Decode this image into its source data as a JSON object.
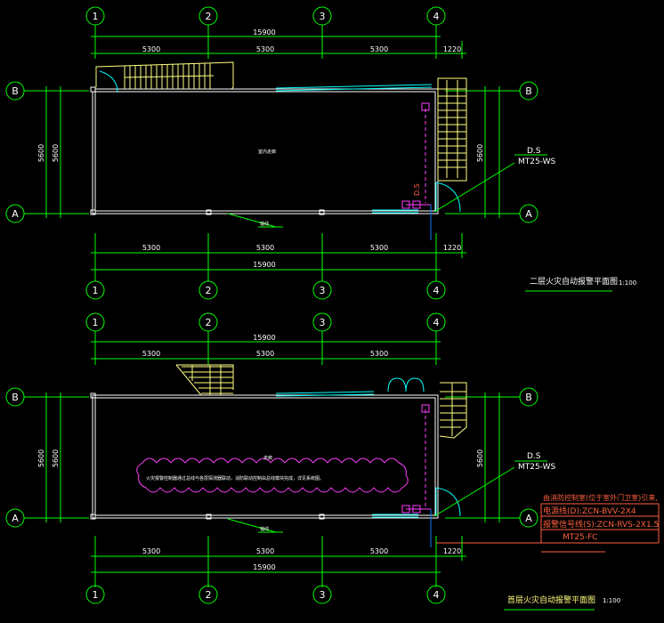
{
  "colors": {
    "background": "#000000",
    "dimension": "#00ff00",
    "wall": "#ffffff",
    "stair": "#ffff80",
    "window": "#00ffff",
    "door": "#00ffff",
    "leader": "#00ff00",
    "device": "#ff40ff",
    "cloud": "#ff40ff",
    "note_box": "#ff6040"
  },
  "axes": {
    "columns": [
      "1",
      "2",
      "3",
      "4"
    ],
    "rows": [
      "B",
      "A"
    ]
  },
  "dims": {
    "total": "15900",
    "bay1": "5300",
    "bay2": "5300",
    "bay3": "5300",
    "ext": "1220",
    "depth": "5600",
    "depth2": "5600"
  },
  "plan_upper": {
    "title": "二层火灾自动报警平面图",
    "scale": "1:100",
    "room_label": "室内走廊",
    "leader_label": "轴线",
    "device_label_top": "D.S",
    "device_label_bottom": "MT25-WS",
    "small_label": "D.S"
  },
  "plan_lower": {
    "title": "首层火灾自动报警平面图",
    "scale": "1:100",
    "room_label": "走廊",
    "cloud_note": "火灾报警控制器通过总线与各层探测器联动，消防联动控制由总线模块完成，详见系统图。",
    "leader_label": "轴线",
    "device_label_top": "D.S",
    "device_label_bottom": "MT25-WS",
    "note_lines": [
      "由消防控制室(位于室外门卫室)引来,",
      "电源线(D):ZCN-BVV-2X4",
      "报警信号线(S):ZCN-RVS-2X1.5",
      "MT25-FC"
    ]
  }
}
